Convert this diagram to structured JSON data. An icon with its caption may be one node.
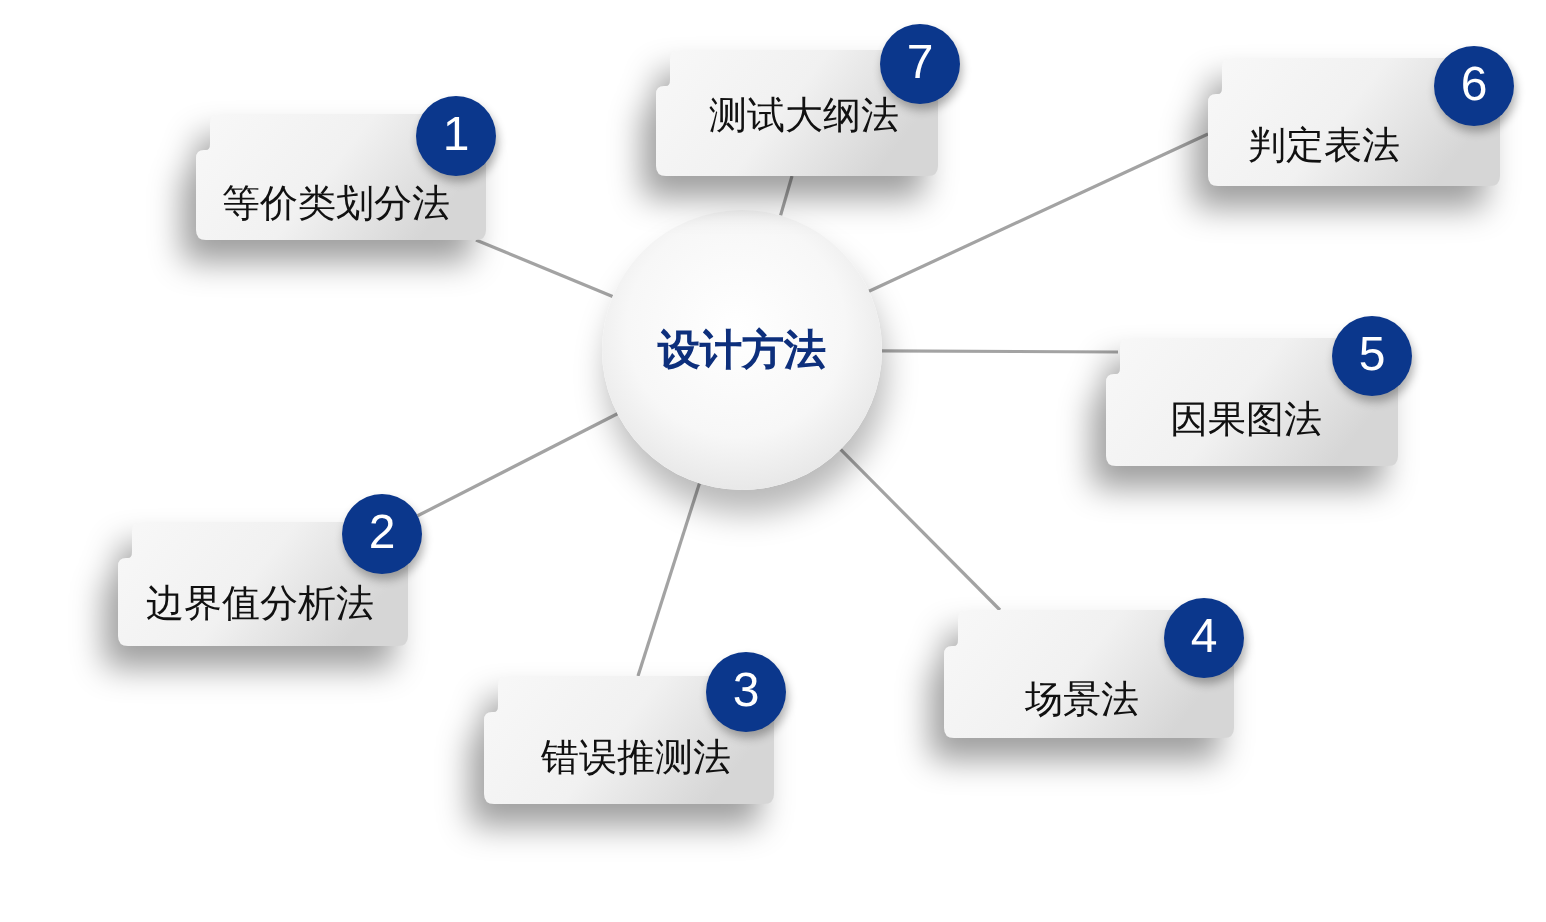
{
  "diagram": {
    "nodes": [
      {
        "text": [
          "设计方法"
        ]
      },
      {
        "text": [
          "等价类划分法"
        ]
      },
      {
        "text": [
          "1"
        ]
      },
      {
        "text": [
          "边界值分析法"
        ]
      },
      {
        "text": [
          "2"
        ]
      },
      {
        "text": [
          "错误推测法"
        ]
      },
      {
        "text": [
          "3"
        ]
      },
      {
        "text": [
          "场景法"
        ]
      },
      {
        "text": [
          "4"
        ]
      },
      {
        "text": [
          "因果图法"
        ]
      },
      {
        "text": [
          "5"
        ]
      },
      {
        "text": [
          "判定表法"
        ]
      },
      {
        "text": [
          "6"
        ]
      },
      {
        "text": [
          "测试大纲法"
        ]
      },
      {
        "text": [
          "7"
        ]
      }
    ],
    "edges": [
      {
        "from": 0,
        "to": 1,
        "arrow": "none"
      },
      {
        "from": 0,
        "to": 4,
        "arrow": "none"
      },
      {
        "from": 0,
        "to": 5,
        "arrow": "none"
      },
      {
        "from": 0,
        "to": 7,
        "arrow": "none"
      },
      {
        "from": 0,
        "to": 9,
        "arrow": "none"
      },
      {
        "from": 0,
        "to": 11,
        "arrow": "none"
      },
      {
        "from": 0,
        "to": 13,
        "arrow": "none"
      }
    ]
  }
}
